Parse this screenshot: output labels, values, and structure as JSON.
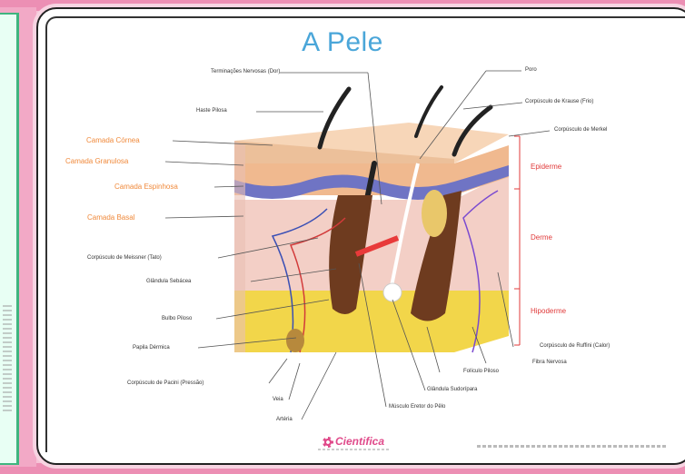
{
  "title": "A Pele",
  "labels": {
    "terminacoes": "Terminações Nervosas (Dor)",
    "haste": "Haste Pilosa",
    "cornea": "Camada Córnea",
    "granulosa": "Camada Granulosa",
    "espinhosa": "Camada Espinhosa",
    "basal": "Camada Basal",
    "meissner": "Corpúsculo de Meissner (Tato)",
    "sebacea": "Glândula Sebácea",
    "bulbo": "Bulbo Piloso",
    "papila": "Papila Dérmica",
    "pacini": "Corpúsculo de Pacini (Pressão)",
    "veia": "Veia",
    "arteria": "Artéria",
    "musculo": "Músculo Eretor do Pêlo",
    "sudorípara": "Glândula Sudorípara",
    "foliculo": "Folículo Piloso",
    "fibra": "Fibra Nervosa",
    "ruffini": "Corpúsculo de Ruffini (Calor)",
    "poro": "Poro",
    "krause": "Corpúsculo de Krause (Frio)",
    "merkel": "Corpúsculo de Merkel",
    "epiderme": "Epiderme",
    "derme": "Derme",
    "hipoderme": "Hipoderme"
  },
  "logo": "Cientifica",
  "colors": {
    "title": "#4aa6d9",
    "layer_labels": "#f08a3c",
    "region_labels": "#e03a3a",
    "frame": "#ec8fb4"
  }
}
